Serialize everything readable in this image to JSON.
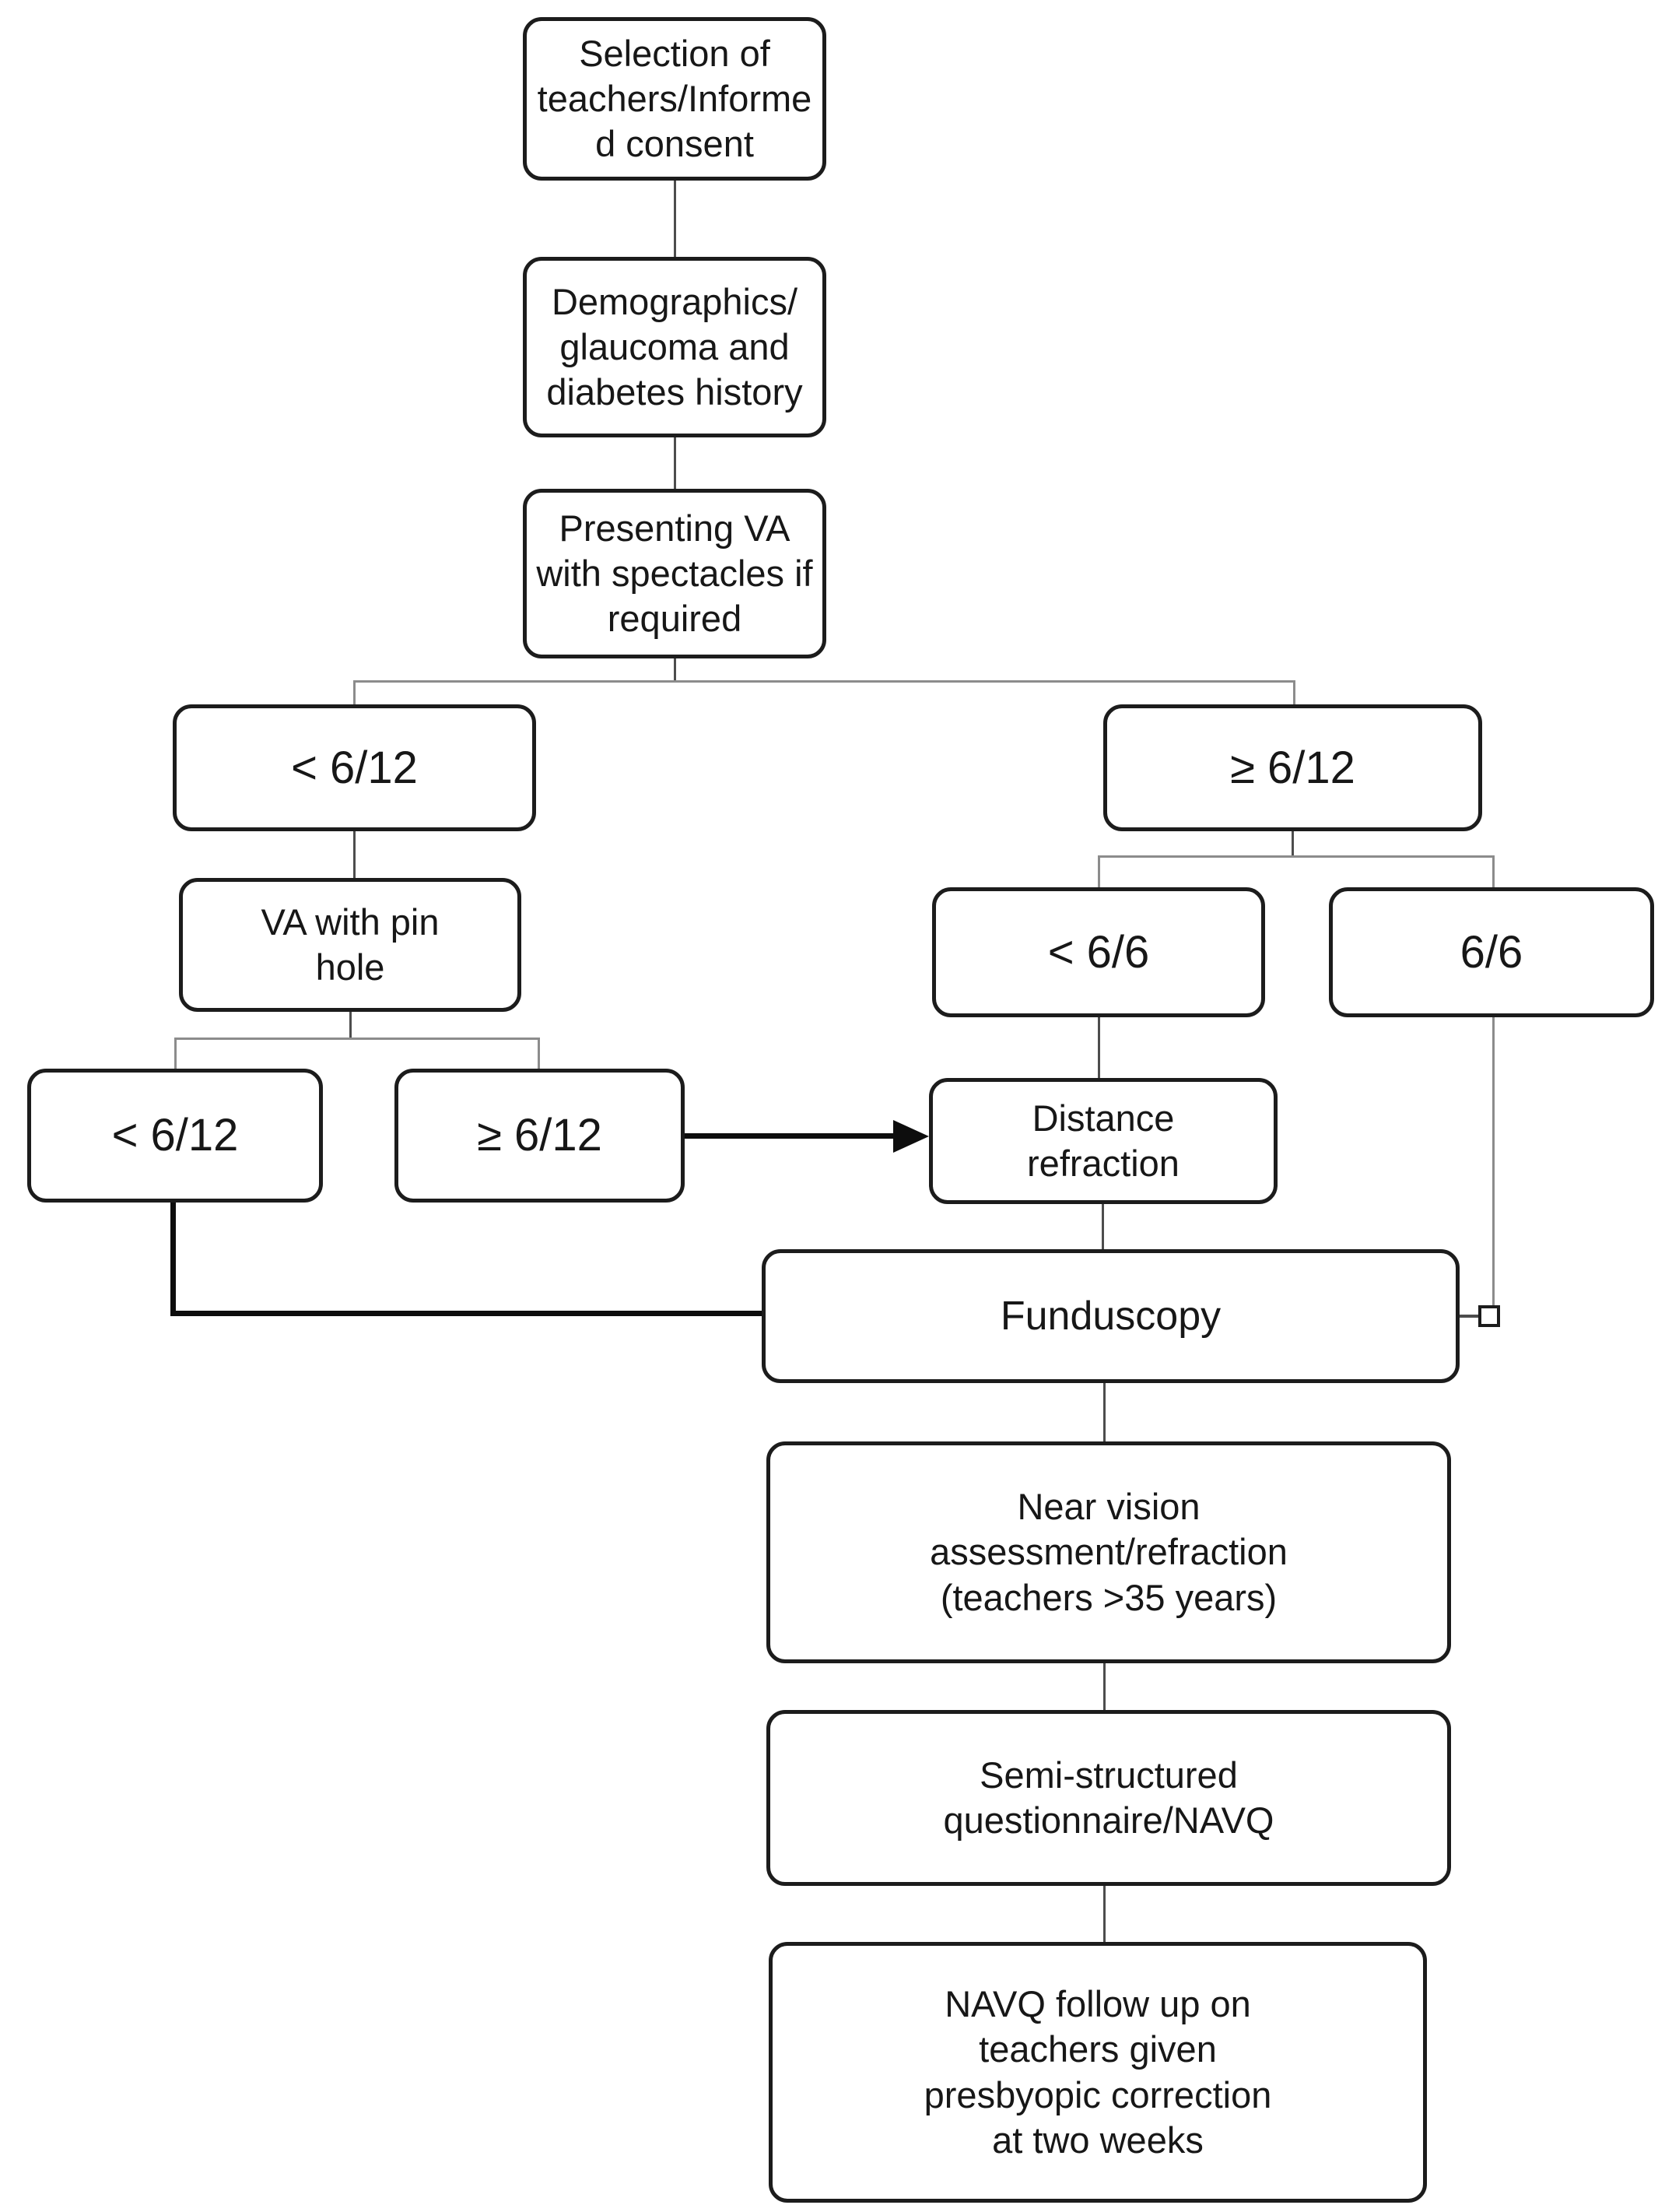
{
  "figure_type": "flowchart",
  "colors": {
    "background": "#ffffff",
    "box_border": "#1c1c1c",
    "text": "#171717",
    "connector": "#8c8c8c",
    "connector_dark": "#4d4d4d",
    "emphasis": "#0d0d0d"
  },
  "nodes": {
    "selection": {
      "text": "Selection of\nteachers/Informe\nd consent"
    },
    "demographics": {
      "text": "Demographics/\nglaucoma and\ndiabetes history"
    },
    "presenting": {
      "text": "Presenting VA\nwith spectacles if\nrequired"
    },
    "lt612": {
      "text": "< 6/12"
    },
    "ge612": {
      "text": "≥ 6/12"
    },
    "pinhole": {
      "text": "VA with pin\nhole"
    },
    "pinhole_lt612": {
      "text": "< 6/12"
    },
    "pinhole_ge612": {
      "text": "≥ 6/12"
    },
    "lt66": {
      "text": "< 6/6"
    },
    "s66": {
      "text": "6/6"
    },
    "distance_refraction": {
      "text": "Distance\nrefraction"
    },
    "funduscopy": {
      "text": "Funduscopy"
    },
    "near_vision": {
      "text": "Near vision\nassessment/refraction\n(teachers >35 years)"
    },
    "questionnaire": {
      "text": "Semi-structured\nquestionnaire/NAVQ"
    },
    "navq_followup": {
      "text": "NAVQ follow up on\nteachers given\npresbyopic correction\nat two weeks"
    }
  },
  "edges": [
    {
      "from": "selection",
      "to": "demographics",
      "style": "plain"
    },
    {
      "from": "demographics",
      "to": "presenting",
      "style": "plain"
    },
    {
      "from": "presenting",
      "to": "lt612",
      "style": "tree-split"
    },
    {
      "from": "presenting",
      "to": "ge612",
      "style": "tree-split"
    },
    {
      "from": "lt612",
      "to": "pinhole",
      "style": "plain"
    },
    {
      "from": "pinhole",
      "to": "pinhole_lt612",
      "style": "tree-split"
    },
    {
      "from": "pinhole",
      "to": "pinhole_ge612",
      "style": "tree-split"
    },
    {
      "from": "ge612",
      "to": "lt66",
      "style": "tree-split"
    },
    {
      "from": "ge612",
      "to": "s66",
      "style": "tree-split"
    },
    {
      "from": "pinhole_ge612",
      "to": "distance_refraction",
      "style": "arrow"
    },
    {
      "from": "lt66",
      "to": "distance_refraction",
      "style": "plain"
    },
    {
      "from": "distance_refraction",
      "to": "funduscopy",
      "style": "plain"
    },
    {
      "from": "pinhole_lt612",
      "to": "funduscopy",
      "style": "thick-elbow"
    },
    {
      "from": "s66",
      "to": "funduscopy",
      "style": "square-connector"
    },
    {
      "from": "funduscopy",
      "to": "near_vision",
      "style": "plain"
    },
    {
      "from": "near_vision",
      "to": "questionnaire",
      "style": "plain"
    },
    {
      "from": "questionnaire",
      "to": "navq_followup",
      "style": "plain"
    }
  ]
}
